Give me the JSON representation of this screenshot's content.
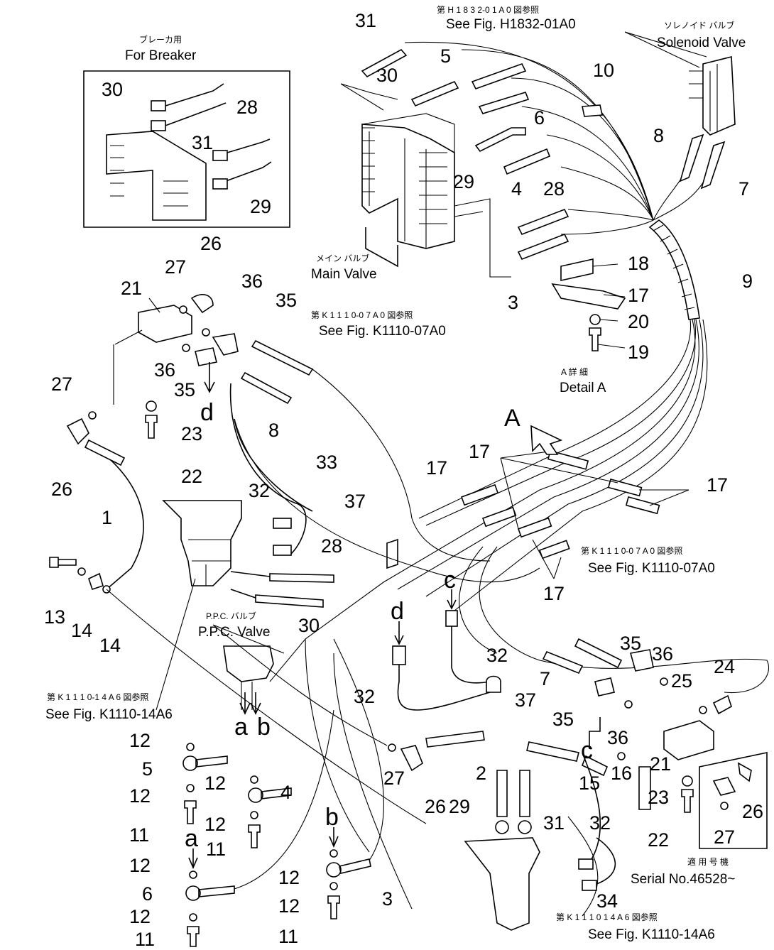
{
  "callouts": [
    {
      "text": "31"
    },
    {
      "text": "30"
    },
    {
      "text": "5"
    },
    {
      "text": "10"
    },
    {
      "text": "6"
    },
    {
      "text": "8"
    },
    {
      "text": "7"
    },
    {
      "text": "29"
    },
    {
      "text": "28"
    },
    {
      "text": "4"
    },
    {
      "text": "9"
    },
    {
      "text": "3"
    },
    {
      "text": "18"
    },
    {
      "text": "17"
    },
    {
      "text": "20"
    },
    {
      "text": "19"
    },
    {
      "text": "30"
    },
    {
      "text": "31"
    },
    {
      "text": "28"
    },
    {
      "text": "29"
    },
    {
      "text": "26"
    },
    {
      "text": "27"
    },
    {
      "text": "21"
    },
    {
      "text": "36"
    },
    {
      "text": "35"
    },
    {
      "text": "36"
    },
    {
      "text": "35"
    },
    {
      "text": "27"
    },
    {
      "text": "23"
    },
    {
      "text": "8"
    },
    {
      "text": "22"
    },
    {
      "text": "26"
    },
    {
      "text": "1"
    },
    {
      "text": "33"
    },
    {
      "text": "32"
    },
    {
      "text": "37"
    },
    {
      "text": "28"
    },
    {
      "text": "13"
    },
    {
      "text": "14"
    },
    {
      "text": "14"
    },
    {
      "text": "30"
    },
    {
      "text": "17"
    },
    {
      "text": "17"
    },
    {
      "text": "17"
    },
    {
      "text": "17"
    },
    {
      "text": "32"
    },
    {
      "text": "32"
    },
    {
      "text": "37"
    },
    {
      "text": "7"
    },
    {
      "text": "35"
    },
    {
      "text": "35"
    },
    {
      "text": "36"
    },
    {
      "text": "36"
    },
    {
      "text": "25"
    },
    {
      "text": "24"
    },
    {
      "text": "21"
    },
    {
      "text": "16"
    },
    {
      "text": "15"
    },
    {
      "text": "2"
    },
    {
      "text": "29"
    },
    {
      "text": "31"
    },
    {
      "text": "27"
    },
    {
      "text": "26"
    },
    {
      "text": "23"
    },
    {
      "text": "22"
    },
    {
      "text": "32"
    },
    {
      "text": "34"
    },
    {
      "text": "26"
    },
    {
      "text": "27"
    },
    {
      "text": "12"
    },
    {
      "text": "5"
    },
    {
      "text": "12"
    },
    {
      "text": "11"
    },
    {
      "text": "12"
    },
    {
      "text": "4"
    },
    {
      "text": "12"
    },
    {
      "text": "11"
    },
    {
      "text": "12"
    },
    {
      "text": "6"
    },
    {
      "text": "12"
    },
    {
      "text": "11"
    },
    {
      "text": "12"
    },
    {
      "text": "3"
    },
    {
      "text": "12"
    },
    {
      "text": "11"
    }
  ],
  "letters": [
    {
      "text": "d"
    },
    {
      "text": "A"
    },
    {
      "text": "c"
    },
    {
      "text": "d"
    },
    {
      "text": "c"
    },
    {
      "text": "a"
    },
    {
      "text": "b"
    },
    {
      "text": "a"
    },
    {
      "text": "b"
    }
  ],
  "captions": {
    "ref_h1832_jp": "第 H 1 8 3 2-0 1 A 0 図参照",
    "ref_h1832": "See Fig. H1832-01A0",
    "solenoid_jp": "ソレノイド バルブ",
    "solenoid": "Solenoid Valve",
    "breaker_jp": "ブレーカ用",
    "breaker": "For Breaker",
    "main_valve_jp": "メイン バルブ",
    "main_valve": "Main Valve",
    "detail_a_jp": "A 詳 細",
    "detail_a": "Detail A",
    "ref_k111007_1_jp": "第 K 1 1 1 0-0 7 A 0 図参照",
    "ref_k111007_1": "See Fig. K1110-07A0",
    "ref_k111007_2_jp": "第 K 1 1 1 0-0 7 A 0 図参照",
    "ref_k111007_2": "See Fig. K1110-07A0",
    "ppc_jp": "P.P.C. バルブ",
    "ppc": "P.P.C. Valve",
    "ref_k111014_1_jp": "第 K 1 1 1 0-1 4 A 6 図参照",
    "ref_k111014_1": "See Fig. K1110-14A6",
    "serial_jp": "適 用 号 機",
    "serial": "Serial No.46528~",
    "ref_k111014_2_jp": "第 K 1 1 1 0 1 4 A 6 図参照",
    "ref_k111014_2": "See Fig. K1110-14A6"
  }
}
